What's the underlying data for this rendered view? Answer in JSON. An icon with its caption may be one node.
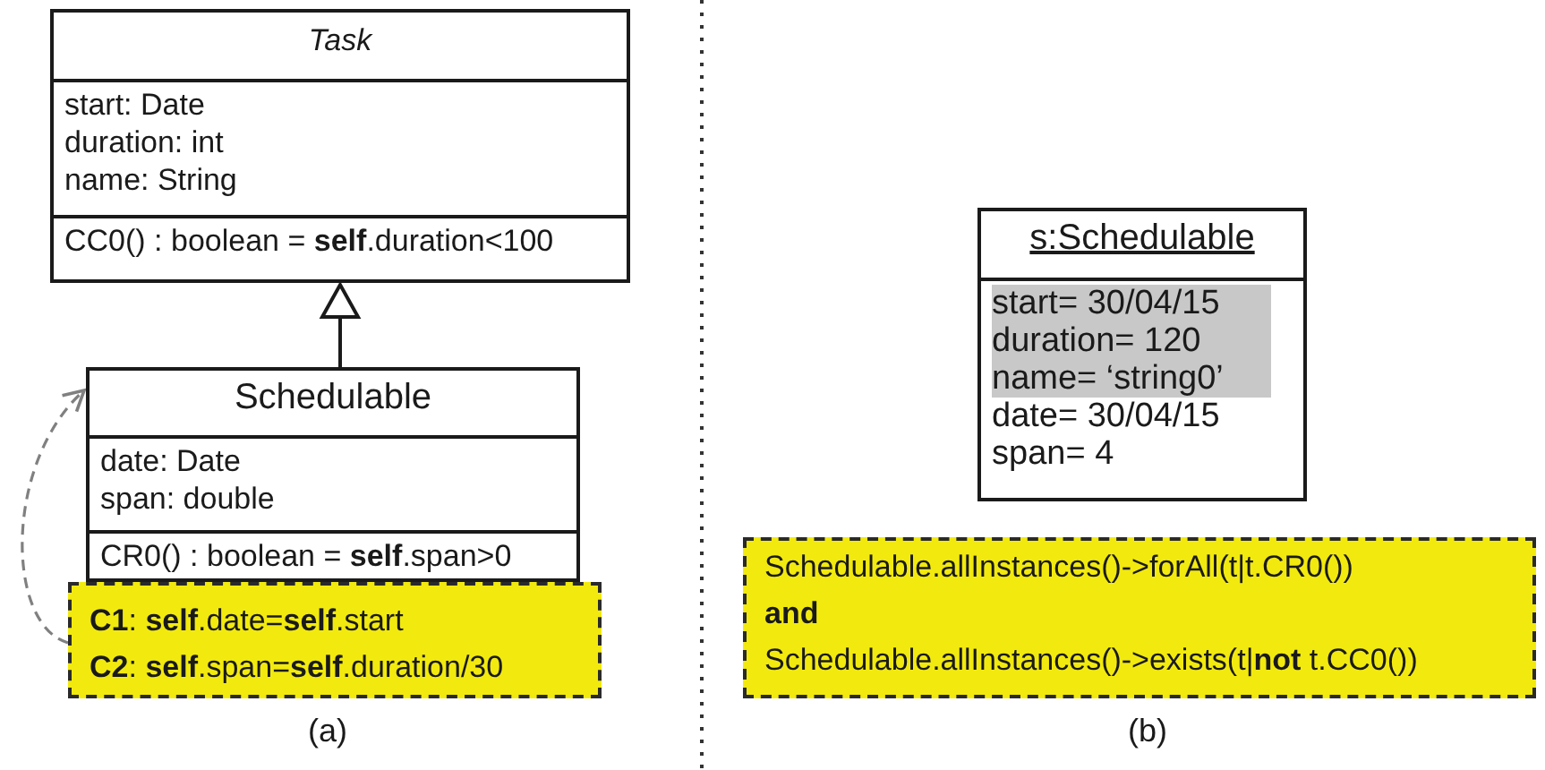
{
  "diagram": {
    "nodes": [
      {
        "text": [
          "Task",
          "start: Date",
          "duration: int",
          "name: String",
          "CC0() : boolean = **self**.duration<100"
        ]
      },
      {
        "text": [
          "Schedulable",
          "date: Date",
          "span: double",
          "CR0() : boolean = **self**.span>0"
        ]
      },
      {
        "text": [
          "**C1**: **self**.date=**self**.start",
          "**C2**: **self**.span=**self**.duration/30"
        ]
      },
      {
        "text": [
          "s:Schedulable",
          "start= 30/04/15",
          "duration= 120",
          "name= ‘string0’",
          "date= 30/04/15",
          "span= 4"
        ]
      },
      {
        "text": [
          "Schedulable.allInstances()->forAll(t|t.CR0())",
          "and",
          "Schedulable.allInstances()->exists(t|**not** t.CC0())"
        ]
      }
    ],
    "edges": [
      {
        "from": 1,
        "to": 0,
        "arrow": "to"
      },
      {
        "from": 2,
        "to": 1,
        "arrow": "to",
        "style": "dashed",
        "color": "#808080"
      }
    ],
    "labels": [
      "(a)",
      "(b)"
    ]
  }
}
